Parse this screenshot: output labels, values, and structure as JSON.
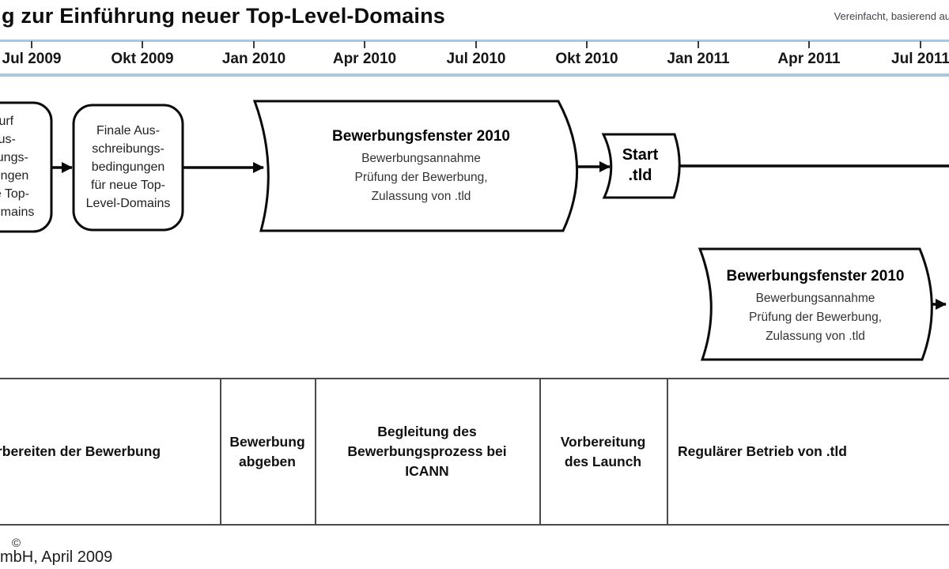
{
  "header": {
    "title": "g zur Einführung neuer Top-Level-Domains",
    "note": "Vereinfacht, basierend au"
  },
  "timeline": {
    "labels": [
      "Jul 2009",
      "Okt 2009",
      "Jan 2010",
      "Apr 2010",
      "Jul 2010",
      "Okt 2010",
      "Jan 2011",
      "Apr 2011",
      "Jul 2011"
    ]
  },
  "flow": {
    "box1": {
      "lines": [
        "Entwurf",
        "der Aus-",
        "schreibungs-",
        "bedingungen",
        "für neue Top-",
        "Level-Domains"
      ]
    },
    "box2": {
      "lines": [
        "Finale Aus-",
        "schreibungs-",
        "bedingungen",
        "für neue Top-",
        "Level-Domains"
      ]
    },
    "window2010": {
      "title": "Bewerbungsfenster 2010",
      "lines": [
        "Bewerbungsannahme",
        "Prüfung der Bewerbung,",
        "Zulassung von .tld"
      ]
    },
    "start": {
      "line1": "Start",
      "line2": ".tld"
    },
    "window2010b": {
      "title": "Bewerbungsfenster 2010",
      "lines": [
        "Bewerbungsannahme",
        "Prüfung der Bewerbung,",
        "Zulassung von .tld"
      ]
    }
  },
  "phases": {
    "cells": [
      {
        "lines": [
          "Vorbereiten der Bewerbung"
        ]
      },
      {
        "lines": [
          "Bewerbung",
          "abgeben"
        ]
      },
      {
        "lines": [
          "Begleitung des",
          "Bewerbungsprozess bei",
          "ICANN"
        ]
      },
      {
        "lines": [
          "Vorbereitung",
          "des Launch"
        ]
      },
      {
        "lines": [
          "Regulärer Betrieb von .tld"
        ]
      }
    ]
  },
  "footer": {
    "copyright_symbol": "©",
    "credit": "mbH, April 2009"
  },
  "colors": {
    "axis_rule": "#a9c6dc",
    "line_black": "#0a0a0a",
    "table_border": "#4a4a4a"
  }
}
